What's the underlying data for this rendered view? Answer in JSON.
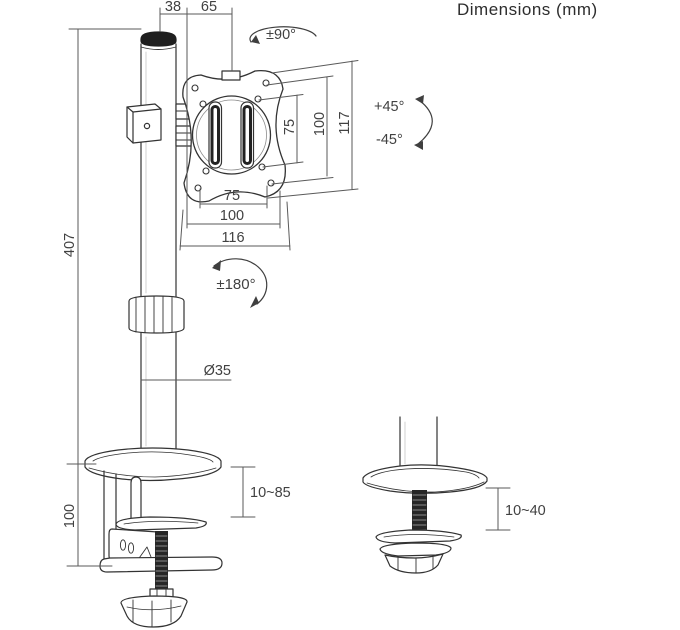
{
  "title": "Dimensions (mm)",
  "colors": {
    "background": "#ffffff",
    "artwork_line": "#333333",
    "dimension_line": "#5a5a5a",
    "label_text": "#414141",
    "dark_fill": "#222222"
  },
  "labels": {
    "title": "Dimensions (mm)",
    "top_offset_pole": "38",
    "top_offset_arm": "65",
    "swivel_range": "±90°",
    "tilt_up": "+45°",
    "tilt_down": "-45°",
    "rotate_range": "±180°",
    "vesa_height_inner": "75",
    "vesa_height_outer": "100",
    "plate_height": "117",
    "vesa_width_inner": "75",
    "vesa_width_outer": "100",
    "plate_width": "116",
    "pole_height": "407",
    "pole_diameter": "Ø35",
    "clamp_span": "100",
    "clamp_thickness_range": "10~85",
    "grommet_thickness_range": "10~40"
  }
}
